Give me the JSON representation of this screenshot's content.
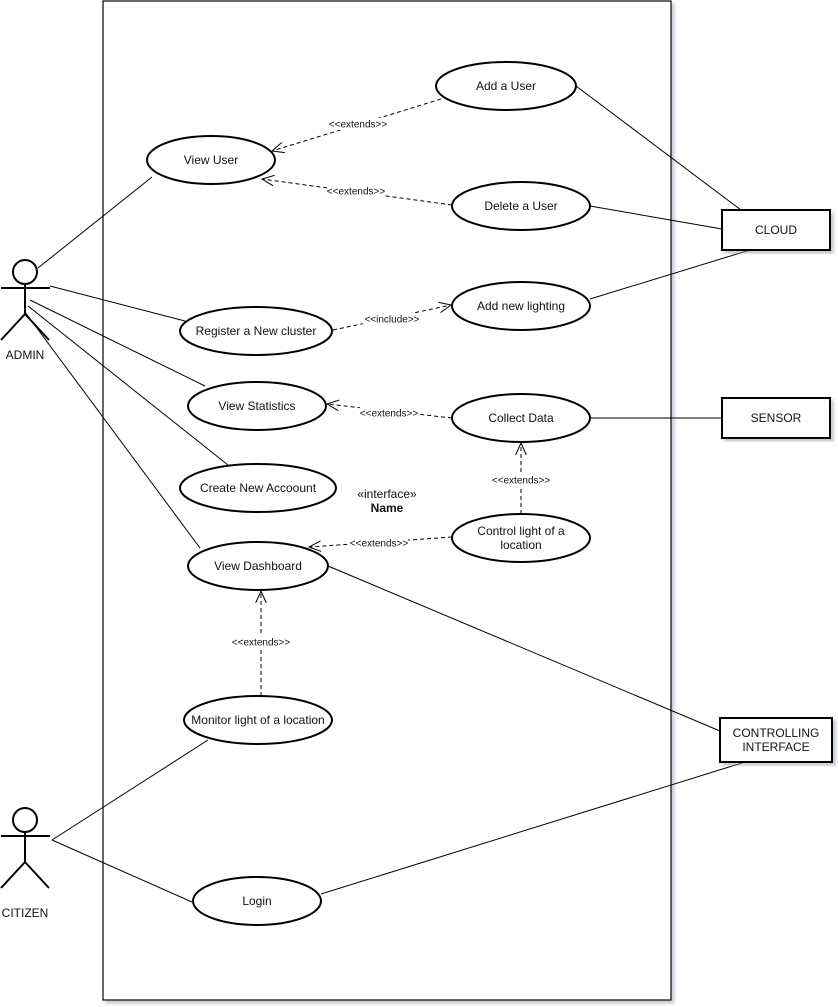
{
  "diagram": {
    "type": "UML use case diagram",
    "actors": [
      {
        "id": "admin",
        "label": "ADMIN"
      },
      {
        "id": "citizen",
        "label": "CITIZEN"
      }
    ],
    "external_systems": [
      {
        "id": "cloud",
        "label": "CLOUD"
      },
      {
        "id": "sensor",
        "label": "SENSOR"
      },
      {
        "id": "controlling_interface",
        "label_lines": [
          "CONTROLLING",
          "INTERFACE"
        ]
      }
    ],
    "use_cases": [
      {
        "id": "add_user",
        "label_lines": [
          "Add a User"
        ]
      },
      {
        "id": "view_user",
        "label_lines": [
          "View User"
        ]
      },
      {
        "id": "delete_user",
        "label_lines": [
          "Delete a User"
        ]
      },
      {
        "id": "add_lighting",
        "label_lines": [
          "Add new lighting"
        ]
      },
      {
        "id": "register_cluster",
        "label_lines": [
          "Register a New cluster"
        ]
      },
      {
        "id": "view_statistics",
        "label_lines": [
          "View Statistics"
        ]
      },
      {
        "id": "collect_data",
        "label_lines": [
          "Collect Data"
        ]
      },
      {
        "id": "create_account",
        "label_lines": [
          "Create New Accoount"
        ]
      },
      {
        "id": "control_light",
        "label_lines": [
          "Control light of a",
          "location"
        ]
      },
      {
        "id": "view_dashboard",
        "label_lines": [
          "View Dashboard"
        ]
      },
      {
        "id": "monitor_light",
        "label_lines": [
          "Monitor light of a location"
        ]
      },
      {
        "id": "login",
        "label_lines": [
          "Login"
        ]
      }
    ],
    "interface_note": {
      "stereotype": "«interface»",
      "name": "Name"
    },
    "associations": [
      {
        "from": "admin",
        "to": "view_user"
      },
      {
        "from": "admin",
        "to": "register_cluster"
      },
      {
        "from": "admin",
        "to": "view_statistics"
      },
      {
        "from": "admin",
        "to": "create_account"
      },
      {
        "from": "admin",
        "to": "view_dashboard"
      },
      {
        "from": "citizen",
        "to": "monitor_light"
      },
      {
        "from": "citizen",
        "to": "login"
      },
      {
        "from": "add_user",
        "to": "cloud"
      },
      {
        "from": "delete_user",
        "to": "cloud"
      },
      {
        "from": "add_lighting",
        "to": "cloud"
      },
      {
        "from": "collect_data",
        "to": "sensor"
      },
      {
        "from": "view_dashboard",
        "to": "controlling_interface"
      },
      {
        "from": "login",
        "to": "controlling_interface"
      }
    ],
    "dependencies": [
      {
        "from": "add_user",
        "to": "view_user",
        "label": "<<extends>>"
      },
      {
        "from": "delete_user",
        "to": "view_user",
        "label": "<<extends>>"
      },
      {
        "from": "register_cluster",
        "to": "add_lighting",
        "label": "<<include>>"
      },
      {
        "from": "collect_data",
        "to": "view_statistics",
        "label": "<<extends>>"
      },
      {
        "from": "control_light",
        "to": "collect_data",
        "label": "<<extends>>"
      },
      {
        "from": "control_light",
        "to": "view_dashboard",
        "label": "<<extends>>"
      },
      {
        "from": "monitor_light",
        "to": "view_dashboard",
        "label": "<<extends>>"
      }
    ]
  }
}
